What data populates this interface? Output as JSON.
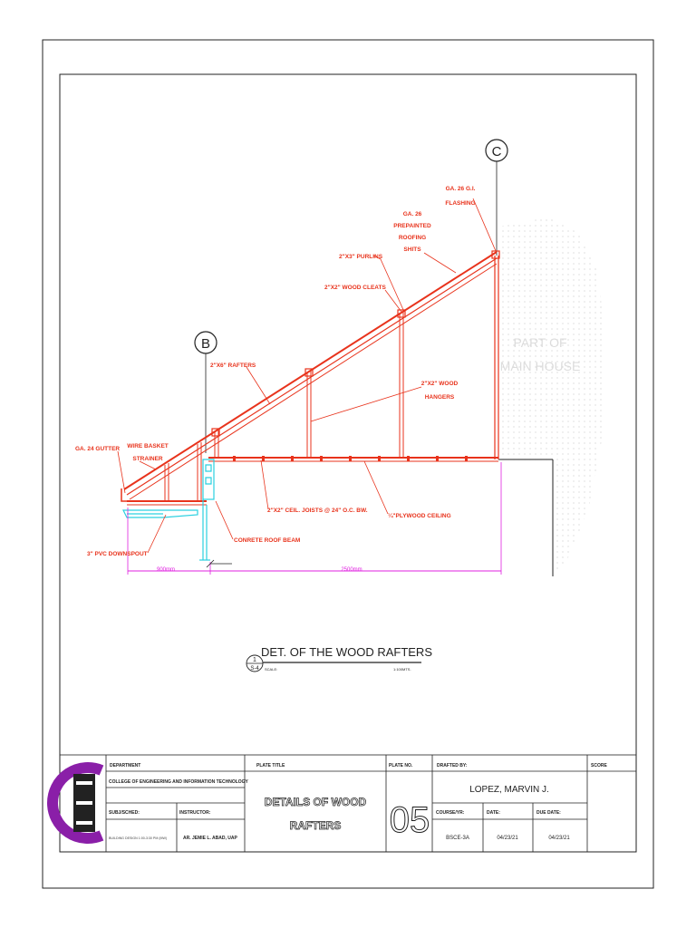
{
  "drawing": {
    "grid_c": "C",
    "grid_b": "B",
    "part_of_main_house": [
      "PART OF",
      "MAIN HOUSE"
    ],
    "callouts": {
      "ga26_flashing": [
        "GA. 26 G.I.",
        "FLASHING"
      ],
      "ga26_roofing": [
        "GA. 26",
        "PREPAINTED",
        "ROOFING",
        "SHITS"
      ],
      "purlins": "2\"X3\" PURLINS",
      "wood_cleats": "2\"X2\" WOOD CLEATS",
      "rafters": "2\"X6\" RAFTERS",
      "wood_hangers": [
        "2\"X2\" WOOD",
        "HANGERS"
      ],
      "ga24_gutter": "GA. 24 GUTTER",
      "wire_basket": [
        "WIRE BASKET",
        "STRAINER"
      ],
      "ceil_joists": "2\"X2\" CEIL. JOISTS @ 24\" O.C. BW.",
      "plywood_ceiling": "¼\"PLYWOOD CEILING",
      "roof_beam": "CONRETE ROOF BEAM",
      "downspout": "3\" PVC DOWNSPOUT"
    },
    "dim_left": "900mm",
    "dim_right": "2500mm",
    "title_number": "1",
    "title_sheet": "S-4",
    "title": "DET. OF THE WOOD RAFTERS",
    "scale_label": "SCALE:",
    "scale_value": "1:100MTS."
  },
  "title_block": {
    "department_label": "DEPARTMENT",
    "department_value": "COLLEGE OF ENGINEERING AND INFORMATION TECHNOLOGY",
    "subject_label": "SUBJ/SCHED:",
    "subject_value": "BUILDING DESIGN 1:00-3:30 PM (MW)",
    "instructor_label": "INSTRUCTOR:",
    "instructor_value": "AR. JEMIE L. ABAD, UAP",
    "plate_title_label": "PLATE TITLE",
    "plate_title_value": [
      "DETAILS OF WOOD",
      "RAFTERS"
    ],
    "plate_no_label": "PLATE NO.",
    "plate_no_value": "05",
    "drafted_by_label": "DRAFTED BY:",
    "drafted_by_value": "LOPEZ, MARVIN J.",
    "course_label": "COURSE/YR:",
    "course_value": "BSCE-3A",
    "date_label": "DATE:",
    "date_value": "04/23/21",
    "due_label": "DUE DATE:",
    "due_value": "04/23/21",
    "score_label": "SCORE"
  },
  "colors": {
    "red": "#e8331c",
    "magenta": "#e020e0",
    "cyan": "#2ad0e0",
    "logo_purple": "#8a1fa8"
  }
}
